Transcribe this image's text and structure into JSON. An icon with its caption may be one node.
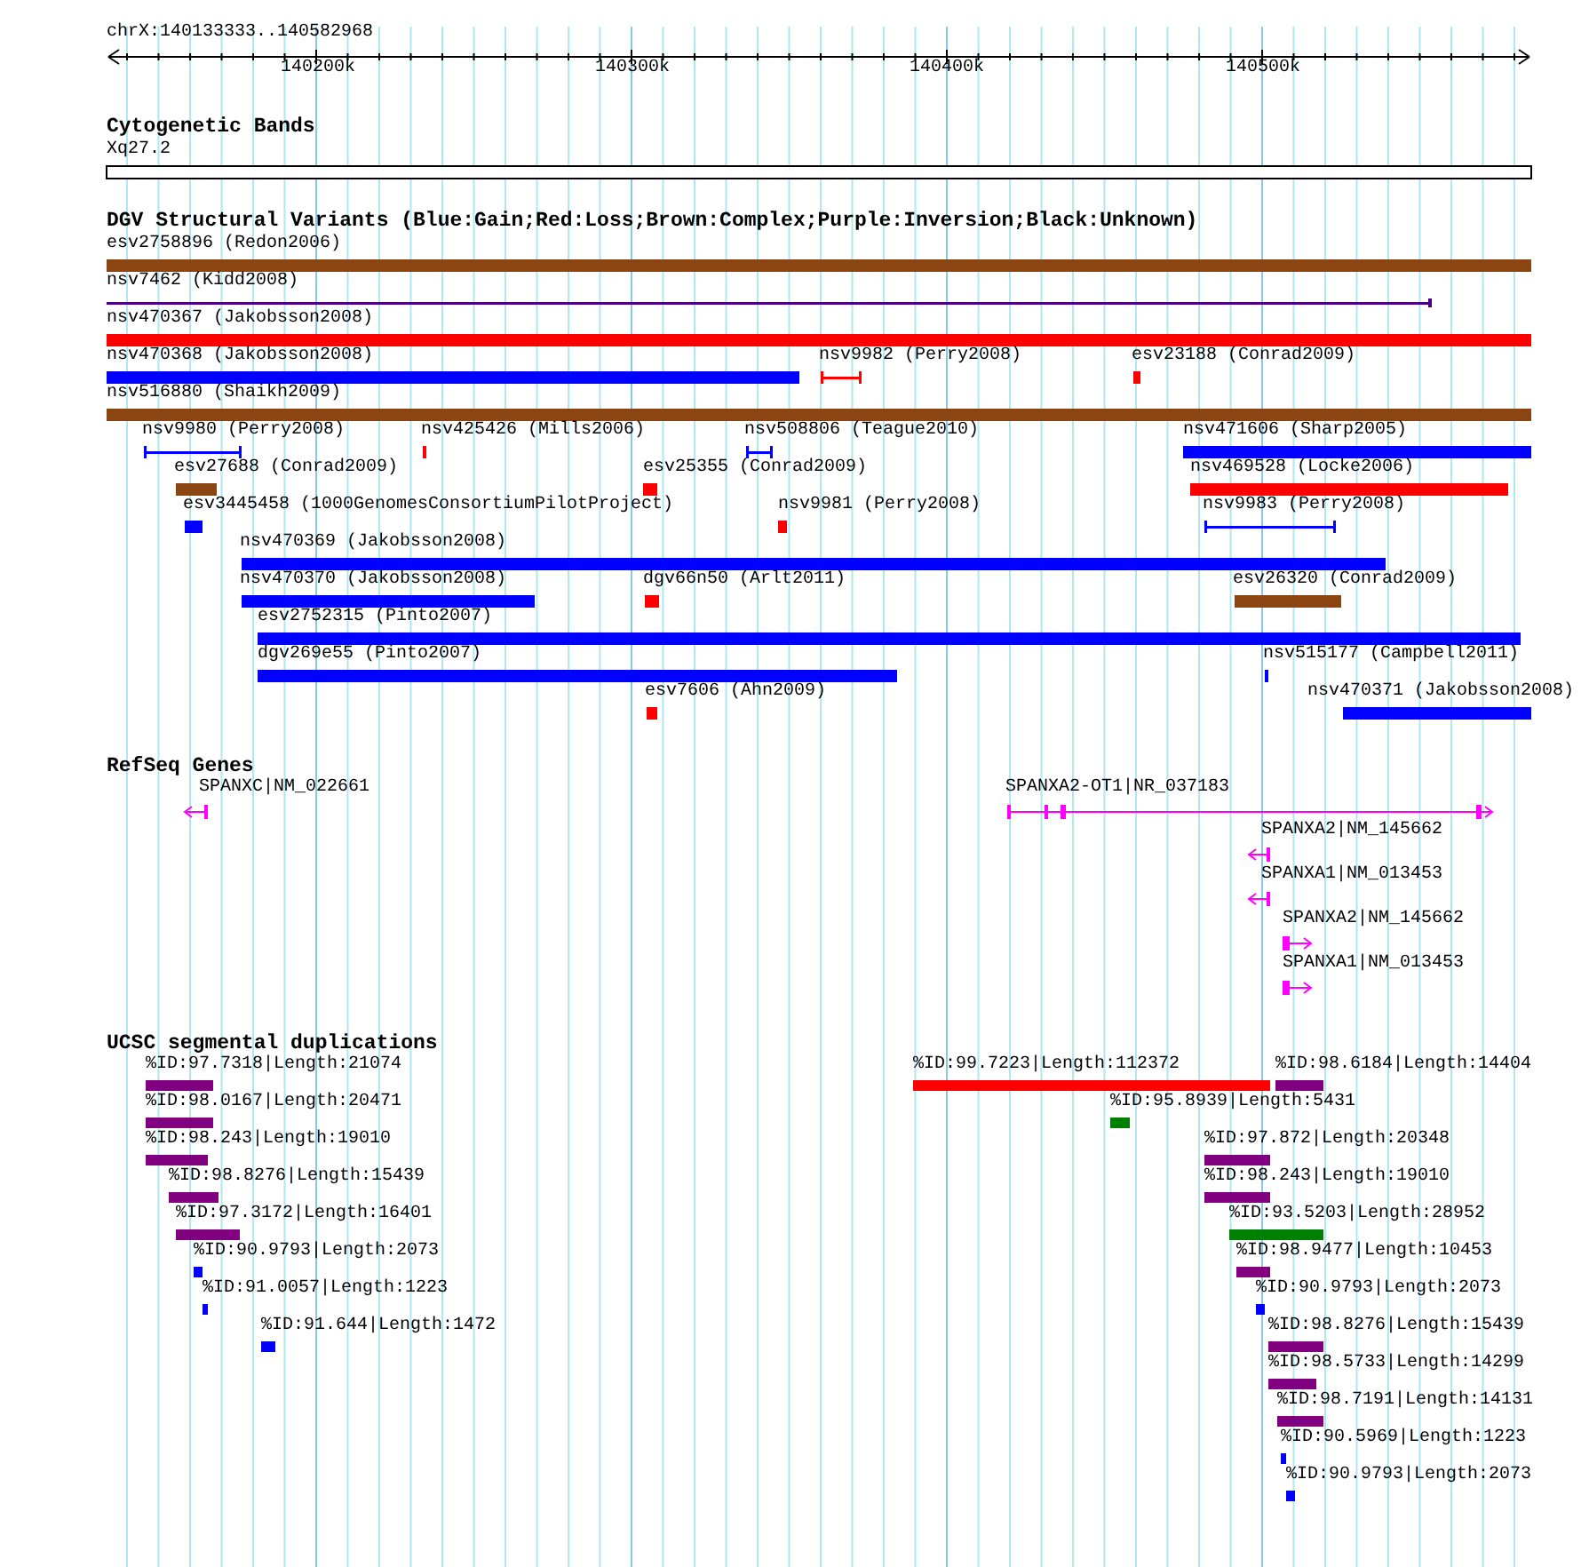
{
  "diagram": {
    "labels": [
      "chrX:140133333..140582968",
      "140200k",
      "140300k",
      "140400k",
      "140500k",
      "Cytogenetic Bands",
      "Xq27.2",
      "DGV Structural Variants (Blue:Gain;Red:Loss;Brown:Complex;Purple:Inversion;Black:Unknown)",
      "esv2758896 (Redon2006)",
      "nsv7462 (Kidd2008)",
      "nsv470367 (Jakobsson2008)",
      "nsv470368 (Jakobsson2008)",
      "nsv9982 (Perry2008)",
      "esv23188 (Conrad2009)",
      "nsv516880 (Shaikh2009)",
      "nsv9980 (Perry2008)",
      "nsv425426 (Mills2006)",
      "nsv508806 (Teague2010)",
      "nsv471606 (Sharp2005)",
      "esv27688 (Conrad2009)",
      "esv25355 (Conrad2009)",
      "nsv469528 (Locke2006)",
      "esv3445458 (1000GenomesConsortiumPilotProject)",
      "nsv9981 (Perry2008)",
      "nsv9983 (Perry2008)",
      "nsv470369 (Jakobsson2008)",
      "nsv470370 (Jakobsson2008)",
      "dgv66n50 (Arlt2011)",
      "esv26320 (Conrad2009)",
      "esv2752315 (Pinto2007)",
      "dgv269e55 (Pinto2007)",
      "nsv515177 (Campbell2011)",
      "esv7606 (Ahn2009)",
      "nsv470371 (Jakobsson2008)",
      "RefSeq Genes",
      "SPANXC|NM_022661",
      "SPANXA2-OT1|NR_037183",
      "SPANXA2|NM_145662",
      "SPANXA1|NM_013453",
      "SPANXA2|NM_145662",
      "SPANXA1|NM_013453",
      "UCSC segmental duplications",
      "%ID:97.7318|Length:21074",
      "%ID:98.0167|Length:20471",
      "%ID:98.243|Length:19010",
      "%ID:98.8276|Length:15439",
      "%ID:97.3172|Length:16401",
      "%ID:90.9793|Length:2073",
      "%ID:91.0057|Length:1223",
      "%ID:91.644|Length:1472",
      "%ID:99.7223|Length:112372",
      "%ID:98.6184|Length:14404",
      "%ID:95.8939|Length:5431",
      "%ID:97.872|Length:20348",
      "%ID:98.243|Length:19010",
      "%ID:93.5203|Length:28952",
      "%ID:98.9477|Length:10453",
      "%ID:90.9793|Length:2073",
      "%ID:98.8276|Length:15439",
      "%ID:98.5733|Length:14299",
      "%ID:98.7191|Length:14131",
      "%ID:90.5969|Length:1223",
      "%ID:90.9793|Length:2073"
    ]
  }
}
